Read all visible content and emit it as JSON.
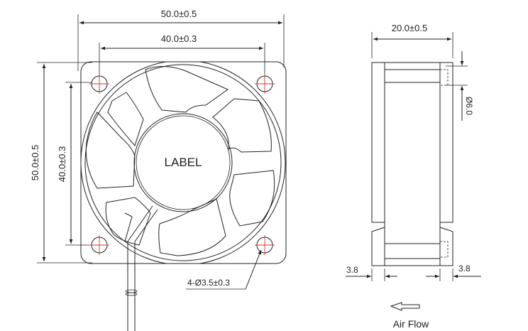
{
  "front_view": {
    "overall_width": "50.0±0.5",
    "hole_spacing_width": "40.0±0.3",
    "overall_height": "50.0±0.5",
    "hole_spacing_height": "40.0±0.3",
    "hub_label": "LABEL",
    "hole_callout": "4-Ø3.5±0.3"
  },
  "side_view": {
    "thickness": "20.0±0.5",
    "hole_depth": "Ø6.0",
    "left_flange": "3.8",
    "right_flange": "3.8",
    "airflow_label": "Air Flow"
  }
}
